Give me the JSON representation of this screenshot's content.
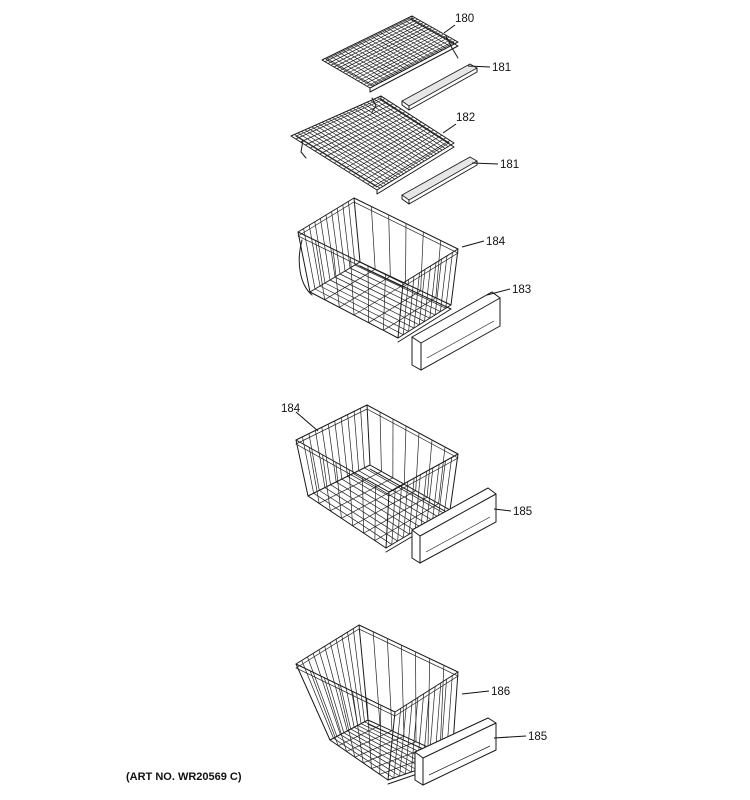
{
  "parts": {
    "p180": "180",
    "p181_upper": "181",
    "p182": "182",
    "p181_lower": "181",
    "p184_upper": "184",
    "p183": "183",
    "p184_middle": "184",
    "p185_middle": "185",
    "p186": "186",
    "p185_lower": "185"
  },
  "art_number": "(ART NO. WR20569 C)"
}
